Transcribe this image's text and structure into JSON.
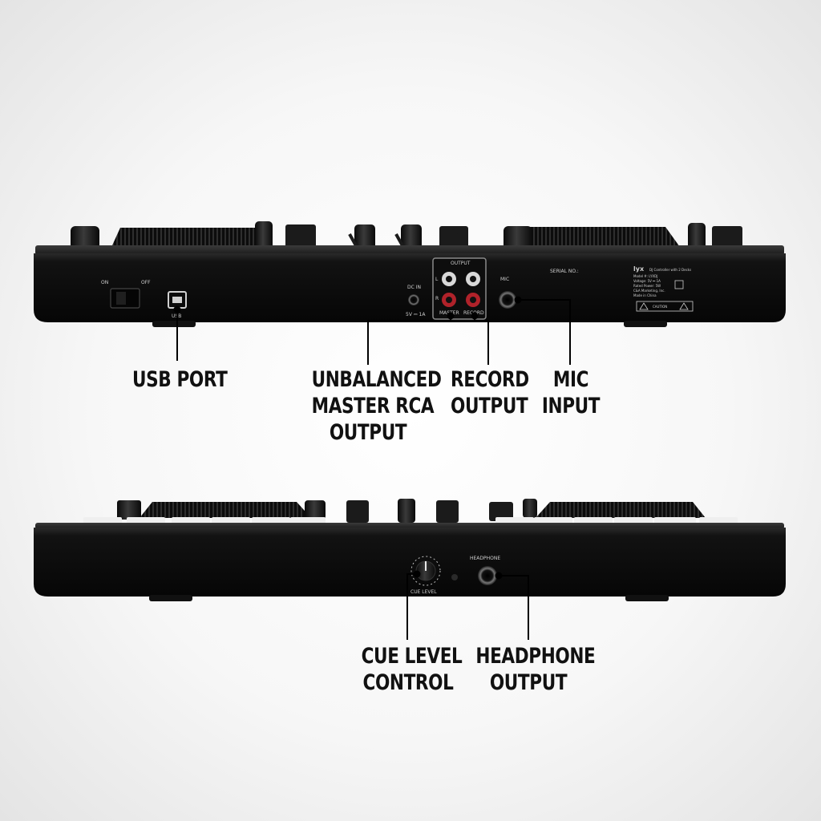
{
  "device": {
    "rear_panel": {
      "switch_on": "ON",
      "switch_off": "OFF",
      "usb_label": "USB",
      "output_header": "OUTPUT",
      "channel_l": "L",
      "channel_r": "R",
      "dc_in": "DC IN",
      "power_spec": "5V ⎓ 1A",
      "master_label": "MASTER",
      "record_label": "RECORD",
      "mic_label": "MIC",
      "serial_label": "SERIAL NO.:",
      "brand": "lyx",
      "spec_title": "DJ Controller with 2 Decks",
      "spec_lines": [
        "Model #: LYXDJ",
        "Voltage: 5V ⎓ 1A",
        "Rated Power: 5W",
        "C&A Marketing, Inc.",
        "Made in China"
      ],
      "caution": "CAUTION"
    },
    "front_panel": {
      "headphone_label": "HEADPHONE",
      "cue_level_label": "CUE LEVEL"
    }
  },
  "callouts": {
    "usb_port": [
      "USB PORT"
    ],
    "master_output": [
      "UNBALANCED",
      "MASTER RCA",
      "OUTPUT"
    ],
    "record_output": [
      "RECORD",
      "OUTPUT"
    ],
    "mic_input": [
      "MIC",
      "INPUT"
    ],
    "cue_level": [
      "CUE LEVEL",
      "CONTROL"
    ],
    "headphone_output": [
      "HEADPHONE",
      "OUTPUT"
    ]
  }
}
